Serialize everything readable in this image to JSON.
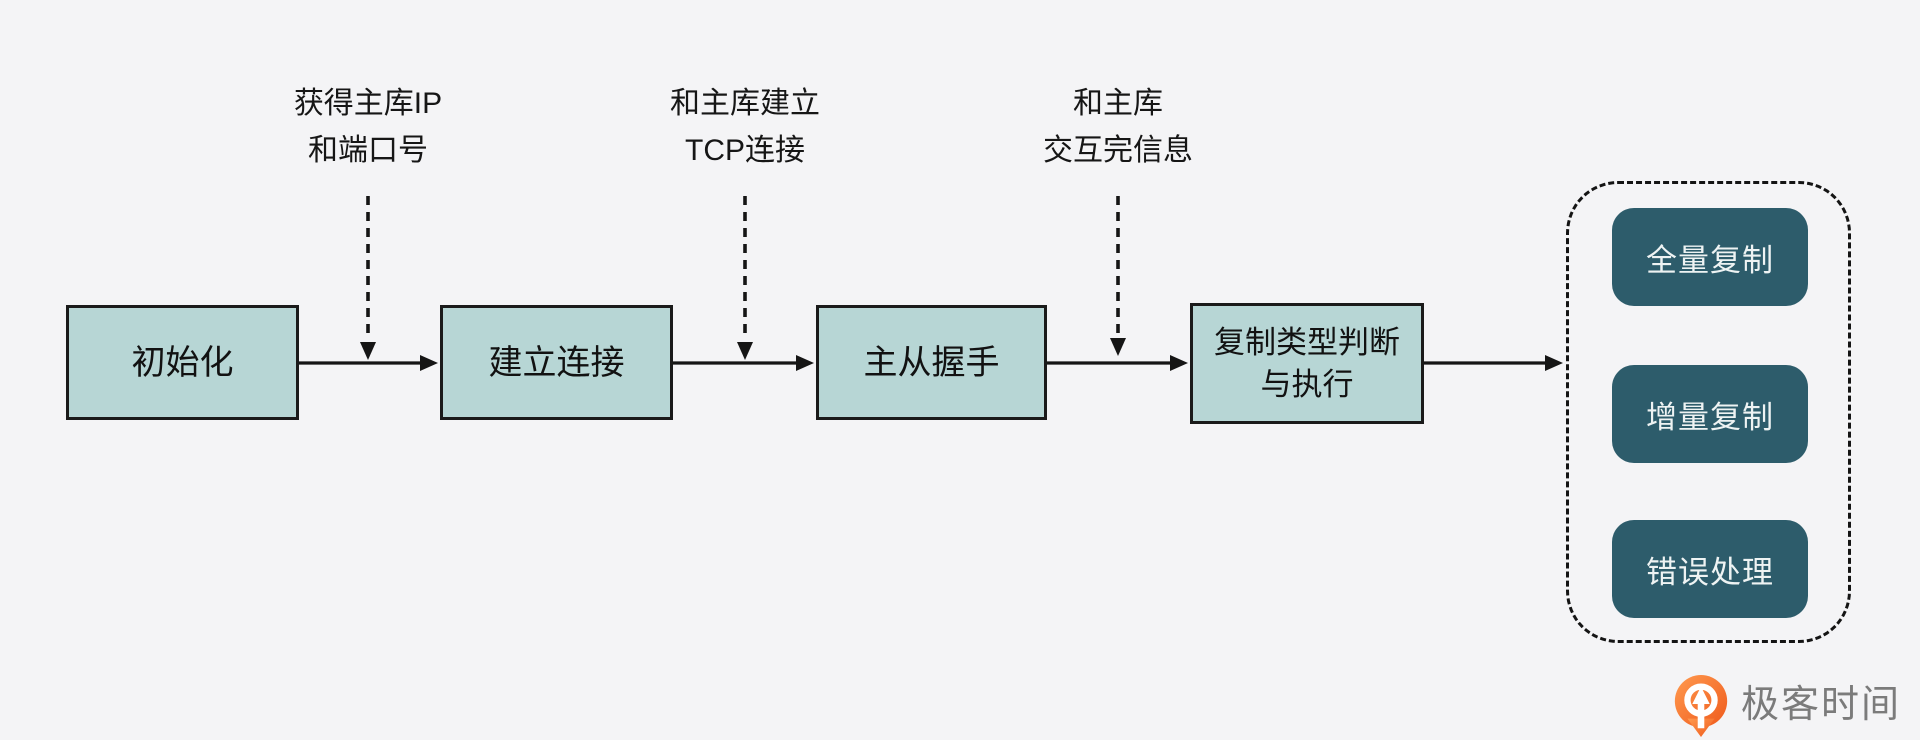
{
  "colors": {
    "background": "#f4f4f6",
    "box_fill": "#b7d6d5",
    "box_border": "#1a1a1a",
    "branch_fill": "#2d5c6b",
    "branch_text": "#eef3f3",
    "arrow_color": "#151515",
    "logo_orange": "#f3681f",
    "logo_text_color": "#7b7b7b"
  },
  "flow": {
    "boxes": [
      {
        "label": "初始化"
      },
      {
        "label": "建立连接"
      },
      {
        "label": "主从握手"
      },
      {
        "label": "复制类型判断\n与执行"
      }
    ],
    "annotations": [
      {
        "text": "获得主库IP\n和端口号"
      },
      {
        "text": "和主库建立\nTCP连接"
      },
      {
        "text": "和主库\n交互完信息"
      }
    ],
    "branches": [
      {
        "label": "全量复制"
      },
      {
        "label": "增量复制"
      },
      {
        "label": "错误处理"
      }
    ]
  },
  "logo": {
    "text": "极客时间",
    "icon": "geektime-pin-icon"
  }
}
